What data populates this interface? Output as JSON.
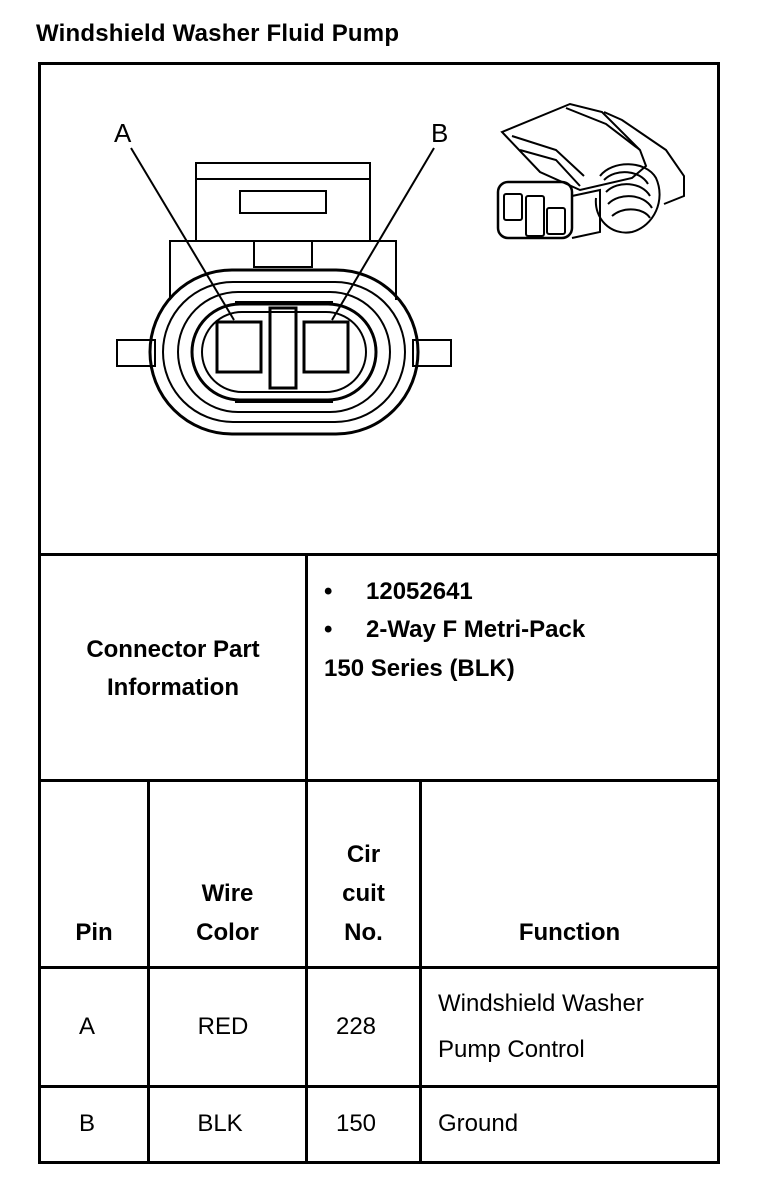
{
  "title": "Windshield Washer Fluid Pump",
  "diagram": {
    "pin_label_a": "A",
    "pin_label_b": "B"
  },
  "connector_info": {
    "label_line1": "Connector Part",
    "label_line2": "Information",
    "bullet_glyph": "•",
    "bullets": [
      "12052641",
      "2-Way F Metri-Pack"
    ],
    "continuation": "150 Series (BLK)"
  },
  "table": {
    "headers": {
      "pin": "Pin",
      "wire_color_line1": "Wire",
      "wire_color_line2": "Color",
      "circuit_line1": "Cir",
      "circuit_line2": "cuit",
      "circuit_line3": "No.",
      "function": "Function"
    },
    "rows": [
      {
        "pin": "A",
        "wire_color": "RED",
        "circuit": "228",
        "function_line1": "Windshield Washer",
        "function_line2": "Pump Control"
      },
      {
        "pin": "B",
        "wire_color": "BLK",
        "circuit": "150",
        "function_line1": "Ground",
        "function_line2": ""
      }
    ]
  }
}
